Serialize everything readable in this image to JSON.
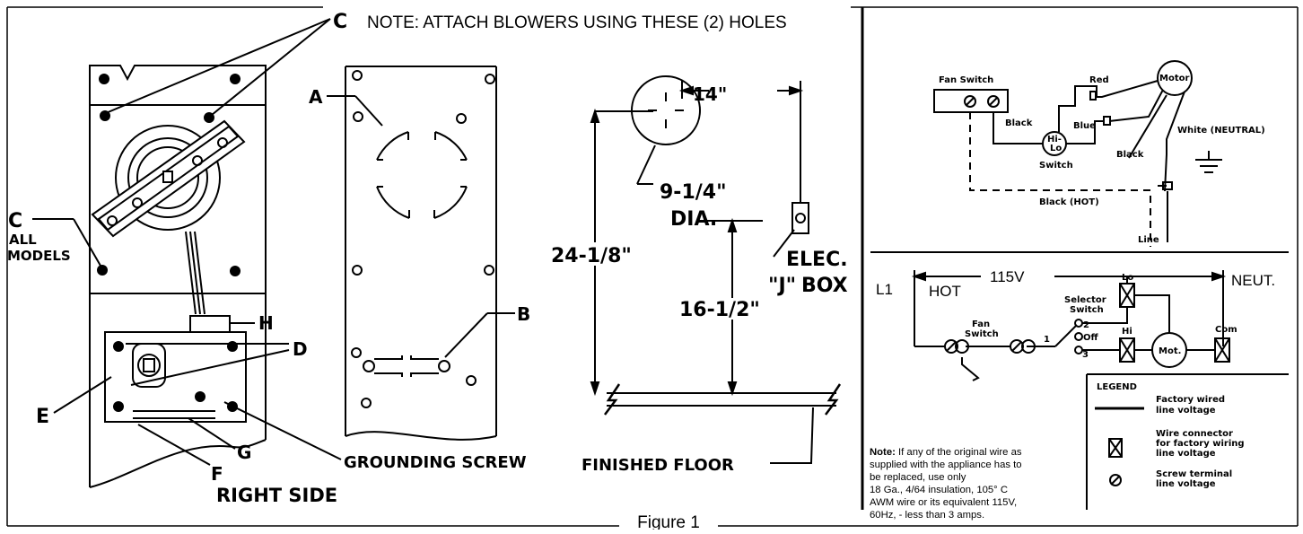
{
  "note_top": {
    "letter": "C",
    "text": "NOTE: ATTACH BLOWERS USING THESE (2) HOLES"
  },
  "right_side_view": {
    "label_c_all": "C",
    "label_all": "ALL",
    "label_models": "MODELS",
    "label_h": "H",
    "label_d": "D",
    "label_e": "E",
    "label_g": "G",
    "label_f": "F",
    "grounding_screw": "GROUNDING SCREW",
    "caption": "RIGHT SIDE"
  },
  "panel_view": {
    "label_a": "A",
    "label_b": "B"
  },
  "floor_view": {
    "dim_14": "14\"",
    "dim_diameter": "9-1/4\"",
    "dia_label": "DIA.",
    "dim_height": "24-1/8\"",
    "dim_box_height": "16-1/2\"",
    "elec_label": "ELEC.",
    "j_label": "\"J\"",
    "box_label": "BOX",
    "floor_label": "FINISHED FLOOR"
  },
  "wiring_top": {
    "fan_switch": "Fan Switch",
    "motor": "Motor",
    "red": "Red",
    "black_1": "Black",
    "blue": "Blue",
    "hi_lo_1": "Hi-",
    "hi_lo_2": "Lo",
    "switch": "Switch",
    "black_2": "Black",
    "white_neutral": "White (NEUTRAL)",
    "black_hot": "Black (HOT)",
    "line": "Line"
  },
  "wiring_schematic": {
    "l1": "L1",
    "voltage": "115V",
    "neut": "NEUT.",
    "hot": "HOT",
    "selector_1": "Selector",
    "selector_2": "Switch",
    "lo": "Lo",
    "fan_1": "Fan",
    "fan_2": "Switch",
    "pos_2": "2",
    "off": "Off",
    "pos_1": "1",
    "pos_3": "3",
    "hi": "Hi",
    "mot": "Mot.",
    "com": "Com"
  },
  "note": {
    "bold": "Note:",
    "line1": " If any of the original wire as",
    "line2": "supplied with the appliance has to",
    "line3": "be replaced, use only",
    "line4": "18 Ga., 4/64 insulation, 105° C",
    "line5": "AWM wire or its equivalent 115V,",
    "line6": "60Hz, - less than 3 amps."
  },
  "legend": {
    "title": "LEGEND",
    "item1_a": "Factory wired",
    "item1_b": "line voltage",
    "item2_a": "Wire connector",
    "item2_b": "for factory wiring",
    "item2_c": "line voltage",
    "item3_a": "Screw terminal",
    "item3_b": "line voltage"
  },
  "figure_caption": "Figure 1"
}
